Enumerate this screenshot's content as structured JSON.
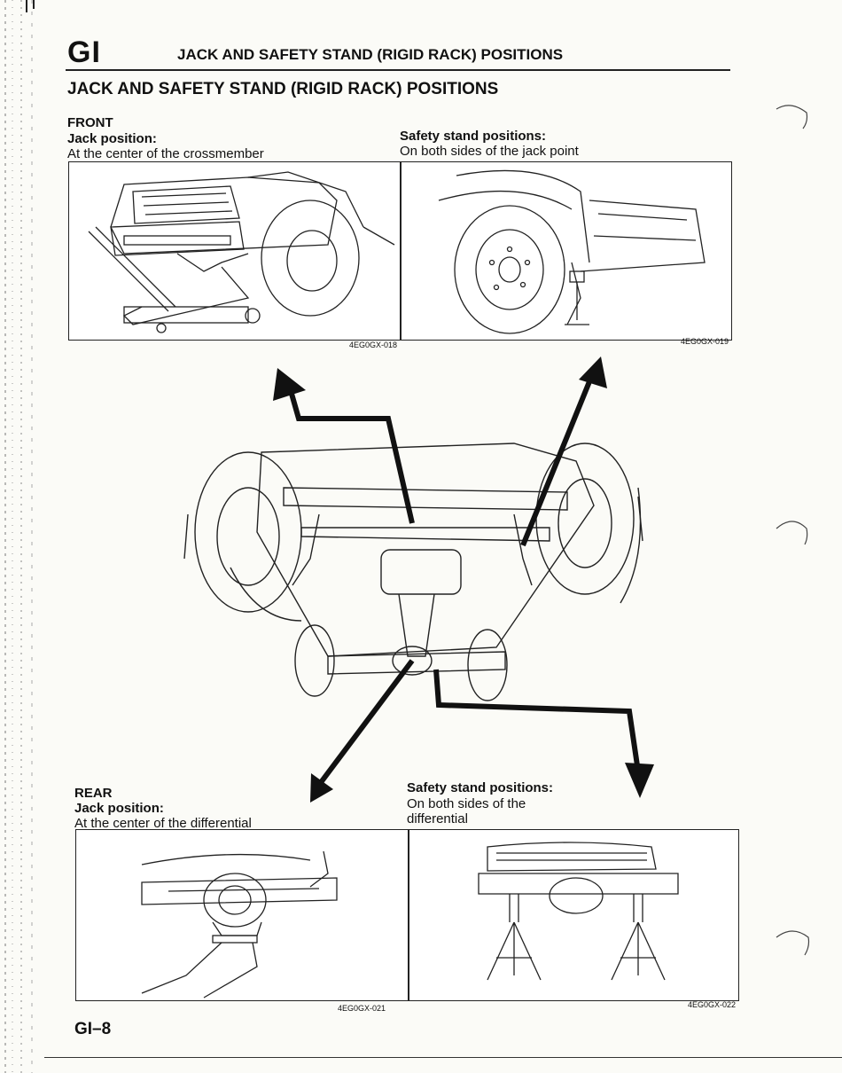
{
  "header": {
    "section_code": "GI",
    "title": "JACK AND SAFETY STAND (RIGID RACK) POSITIONS"
  },
  "section_title": "JACK AND SAFETY STAND (RIGID RACK) POSITIONS",
  "front": {
    "heading": "FRONT",
    "jack_label": "Jack position:",
    "jack_text": "At the center of the crossmember",
    "stand_label": "Safety stand positions:",
    "stand_text": "On both sides of the jack point",
    "figure_codes": [
      "4EG0GX-018",
      "4EG0GX-019"
    ]
  },
  "rear": {
    "heading": "REAR",
    "jack_label": "Jack position:",
    "jack_text": "At the center of the differential",
    "stand_label": "Safety stand positions:",
    "stand_text_line1": "On both sides of the",
    "stand_text_line2": "differential",
    "figure_codes": [
      "4EG0GX-021",
      "4EG0GX-022"
    ]
  },
  "footer": {
    "page_number": "GI–8"
  }
}
